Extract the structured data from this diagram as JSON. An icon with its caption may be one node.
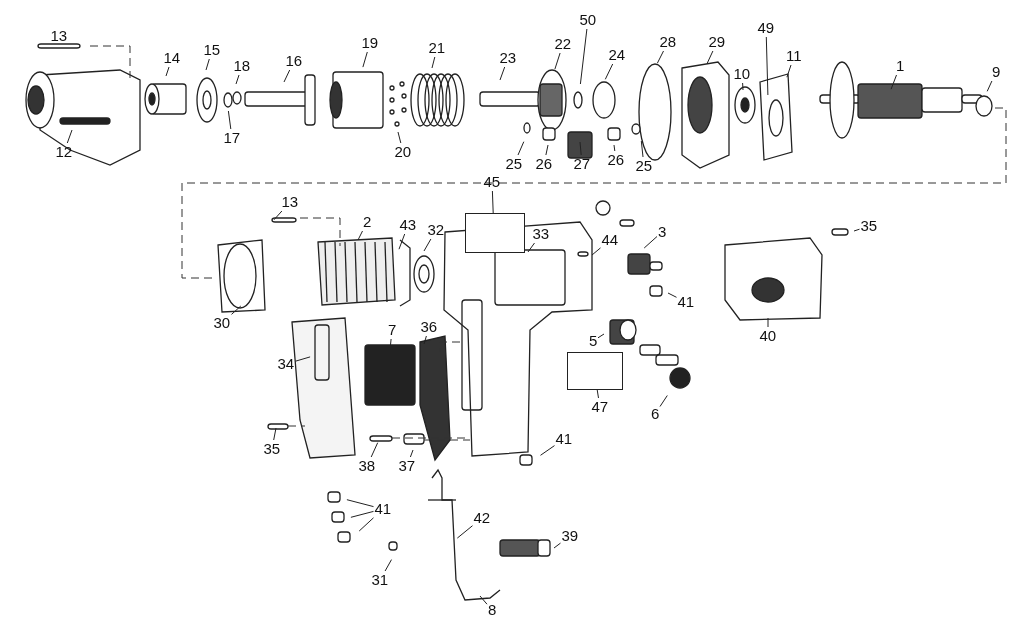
{
  "diagram": {
    "nodes": [
      {
        "text": [
          "13"
        ]
      },
      {
        "text": [
          "12"
        ]
      },
      {
        "text": [
          "14"
        ]
      },
      {
        "text": [
          "15"
        ]
      },
      {
        "text": [
          "18"
        ]
      },
      {
        "text": [
          "17"
        ]
      },
      {
        "text": [
          "16"
        ]
      },
      {
        "text": [
          "19"
        ]
      },
      {
        "text": [
          "21"
        ]
      },
      {
        "text": [
          "20"
        ]
      },
      {
        "text": [
          "23"
        ]
      },
      {
        "text": [
          "22"
        ]
      },
      {
        "text": [
          "50"
        ]
      },
      {
        "text": [
          "24"
        ]
      },
      {
        "text": [
          "28"
        ]
      },
      {
        "text": [
          "29"
        ]
      },
      {
        "text": [
          "49"
        ]
      },
      {
        "text": [
          "10"
        ]
      },
      {
        "text": [
          "11"
        ]
      },
      {
        "text": [
          "1"
        ]
      },
      {
        "text": [
          "9"
        ]
      },
      {
        "text": [
          "25"
        ]
      },
      {
        "text": [
          "26"
        ]
      },
      {
        "text": [
          "27"
        ]
      },
      {
        "text": [
          "26"
        ]
      },
      {
        "text": [
          "25"
        ]
      },
      {
        "text": [
          "45"
        ]
      },
      {
        "text": [],
        "shape": "box"
      },
      {
        "text": [
          "13"
        ]
      },
      {
        "text": [
          "2"
        ]
      },
      {
        "text": [
          "43"
        ]
      },
      {
        "text": [
          "32"
        ]
      },
      {
        "text": [
          "33"
        ]
      },
      {
        "text": [
          "44"
        ]
      },
      {
        "text": [
          "3"
        ]
      },
      {
        "text": [
          "35"
        ]
      },
      {
        "text": [
          "41"
        ]
      },
      {
        "text": [
          "30"
        ]
      },
      {
        "text": [
          "5"
        ]
      },
      {
        "text": [
          "7"
        ]
      },
      {
        "text": [
          "36"
        ]
      },
      {
        "text": [
          "34"
        ]
      },
      {
        "text": [],
        "shape": "box"
      },
      {
        "text": [
          "47"
        ]
      },
      {
        "text": [
          "6"
        ]
      },
      {
        "text": [
          "40"
        ]
      },
      {
        "text": [
          "35"
        ]
      },
      {
        "text": [
          "38"
        ]
      },
      {
        "text": [
          "37"
        ]
      },
      {
        "text": [
          "41"
        ]
      },
      {
        "text": [
          "41"
        ]
      },
      {
        "text": [
          "42"
        ]
      },
      {
        "text": [
          "39"
        ]
      },
      {
        "text": [
          "31"
        ]
      },
      {
        "text": [
          "8"
        ]
      }
    ],
    "edges": [
      {
        "from": 0,
        "to": null,
        "arrow": "none"
      },
      {
        "from": 1,
        "to": null,
        "arrow": "none"
      },
      {
        "from": 2,
        "to": null,
        "arrow": "none"
      },
      {
        "from": 3,
        "to": null,
        "arrow": "none"
      },
      {
        "from": 4,
        "to": null,
        "arrow": "none"
      },
      {
        "from": 5,
        "to": null,
        "arrow": "none"
      },
      {
        "from": 6,
        "to": null,
        "arrow": "none"
      },
      {
        "from": 7,
        "to": null,
        "arrow": "none"
      },
      {
        "from": 8,
        "to": null,
        "arrow": "none"
      },
      {
        "from": 9,
        "to": null,
        "arrow": "none"
      },
      {
        "from": 10,
        "to": null,
        "arrow": "none"
      },
      {
        "from": 11,
        "to": null,
        "arrow": "none"
      },
      {
        "from": 12,
        "to": null,
        "arrow": "none"
      },
      {
        "from": 13,
        "to": null,
        "arrow": "none"
      },
      {
        "from": 14,
        "to": null,
        "arrow": "none"
      },
      {
        "from": 15,
        "to": null,
        "arrow": "none"
      },
      {
        "from": 16,
        "to": null,
        "arrow": "none"
      },
      {
        "from": 17,
        "to": null,
        "arrow": "none"
      },
      {
        "from": 18,
        "to": null,
        "arrow": "none"
      },
      {
        "from": 19,
        "to": null,
        "arrow": "none"
      },
      {
        "from": 20,
        "to": null,
        "arrow": "none"
      },
      {
        "from": 21,
        "to": null,
        "arrow": "none"
      },
      {
        "from": 22,
        "to": null,
        "arrow": "none"
      },
      {
        "from": 23,
        "to": null,
        "arrow": "none"
      },
      {
        "from": 24,
        "to": null,
        "arrow": "none"
      },
      {
        "from": 25,
        "to": null,
        "arrow": "none"
      },
      {
        "from": 26,
        "to": 27,
        "arrow": "none"
      },
      {
        "from": 28,
        "to": null,
        "arrow": "none"
      },
      {
        "from": 29,
        "to": null,
        "arrow": "none"
      },
      {
        "from": 30,
        "to": null,
        "arrow": "none"
      },
      {
        "from": 31,
        "to": null,
        "arrow": "none"
      },
      {
        "from": 32,
        "to": null,
        "arrow": "none"
      },
      {
        "from": 33,
        "to": null,
        "arrow": "none"
      },
      {
        "from": 34,
        "to": null,
        "arrow": "none"
      },
      {
        "from": 35,
        "to": null,
        "arrow": "none"
      },
      {
        "from": 36,
        "to": null,
        "arrow": "none"
      },
      {
        "from": 37,
        "to": null,
        "arrow": "none"
      },
      {
        "from": 38,
        "to": null,
        "arrow": "none"
      },
      {
        "from": 39,
        "to": null,
        "arrow": "none"
      },
      {
        "from": 40,
        "to": null,
        "arrow": "none"
      },
      {
        "from": 41,
        "to": null,
        "arrow": "none"
      },
      {
        "from": 43,
        "to": 42,
        "arrow": "none"
      },
      {
        "from": 44,
        "to": null,
        "arrow": "none"
      },
      {
        "from": 45,
        "to": null,
        "arrow": "none"
      },
      {
        "from": 46,
        "to": null,
        "arrow": "none"
      },
      {
        "from": 47,
        "to": null,
        "arrow": "none"
      },
      {
        "from": 48,
        "to": null,
        "arrow": "none"
      },
      {
        "from": 49,
        "to": null,
        "arrow": "none"
      },
      {
        "from": 50,
        "to": null,
        "arrow": "none"
      },
      {
        "from": 50,
        "to": null,
        "arrow": "none"
      },
      {
        "from": 50,
        "to": null,
        "arrow": "none"
      },
      {
        "from": 51,
        "to": null,
        "arrow": "none"
      },
      {
        "from": 52,
        "to": null,
        "arrow": "none"
      },
      {
        "from": 53,
        "to": null,
        "arrow": "none"
      },
      {
        "from": 54,
        "to": null,
        "arrow": "none"
      }
    ]
  }
}
